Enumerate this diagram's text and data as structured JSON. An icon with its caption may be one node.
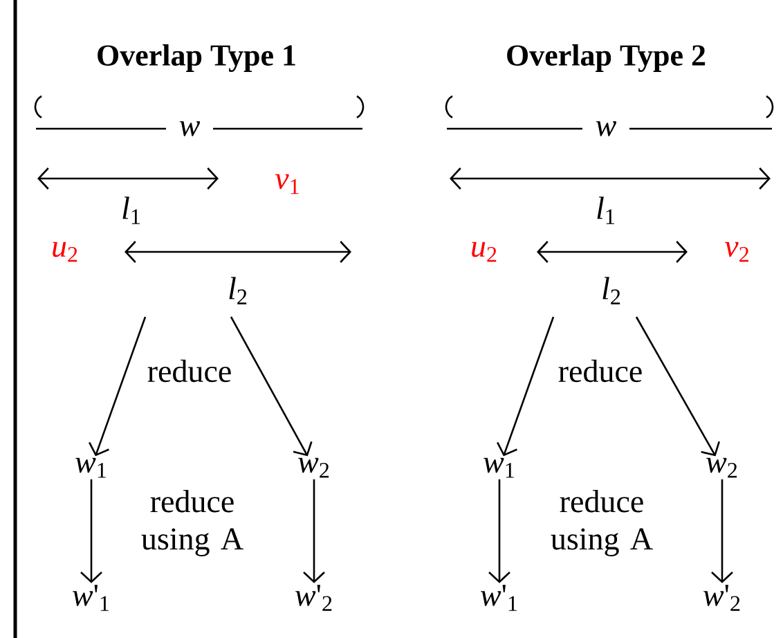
{
  "diagram": {
    "nodes": [
      {
        "text": [
          "*w*$_{1}$"
        ]
      },
      {
        "text": [
          "*w*$_{2}$"
        ]
      },
      {
        "text": [
          "*w*'$_{1}$"
        ]
      },
      {
        "text": [
          "*w*'$_{2}$"
        ]
      },
      {
        "text": [
          "*w*$_{1}$"
        ]
      },
      {
        "text": [
          "*w*$_{2}$"
        ]
      },
      {
        "text": [
          "*w*'$_{1}$"
        ]
      },
      {
        "text": [
          "*w*'$_{2}$"
        ]
      }
    ],
    "edges": [
      {
        "from": null,
        "to": 0,
        "arrow": "to"
      },
      {
        "from": null,
        "to": 1,
        "arrow": "to"
      },
      {
        "from": 0,
        "to": 2,
        "arrow": "to"
      },
      {
        "from": 1,
        "to": 3,
        "arrow": "to"
      },
      {
        "from": null,
        "to": 4,
        "arrow": "to"
      },
      {
        "from": null,
        "to": 5,
        "arrow": "to"
      },
      {
        "from": 4,
        "to": 6,
        "arrow": "to"
      },
      {
        "from": 5,
        "to": 7,
        "arrow": "to"
      }
    ],
    "labels": [
      "Overlap Type 1",
      "Overlap Type 2",
      "w",
      "w",
      "*v*$_{1}$",
      "*l*$_{1}$",
      "*l*$_{1}$",
      "*u*$_{2}$",
      "*u*$_{2}$",
      "*v*$_{2}$",
      "*l*$_{2}$",
      "*l*$_{2}$",
      "reduce",
      "reduce",
      "reduce using A",
      "reduce using A"
    ]
  }
}
